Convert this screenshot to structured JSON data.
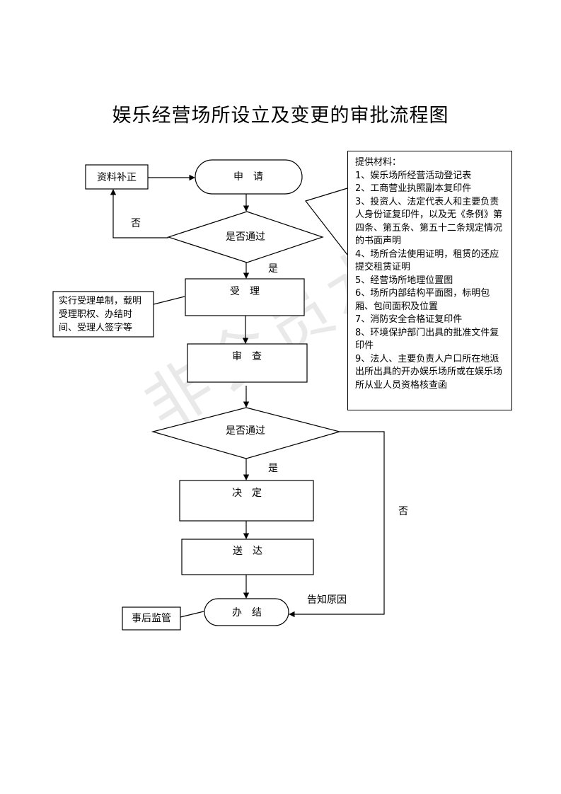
{
  "title": "娱乐经营场所设立及变更的审批流程图",
  "nodes": {
    "apply": "申　请",
    "decision1": "是否通过",
    "accept": "受　理",
    "review": "审　查",
    "decision2": "是否通过",
    "decide": "决　定",
    "deliver": "送　达",
    "complete": "办　结",
    "supplement": "资料补正",
    "post_supervision": "事后监管"
  },
  "edge_labels": {
    "no1": "否",
    "yes1": "是",
    "yes2": "是",
    "no2": "否",
    "notify_reason": "告知原因"
  },
  "accept_note": {
    "lines": [
      "实行受理单制，载明",
      "受理职权、办结时",
      "间、受理人签字等"
    ]
  },
  "materials": {
    "heading": "提供材料：",
    "items": [
      "1、娱乐场所经营活动登记表",
      "2、工商营业执照副本复印件",
      "3、投资人、法定代表人和主要负责人身份证复印件，以及无《条例》第四条、第五条、第五十二条规定情况的书面声明",
      "4、场所合法使用证明，租赁的还应提交租赁证明",
      "5、经营场所地理位置图",
      "6、场所内部结构平面图，标明包厢、包间面积及位置",
      "7、消防安全合格证复印件",
      "8、环境保护部门出具的批准文件复印件",
      "9、法人、主要负责人户口所在地派出所出具的开办娱乐场所或在娱乐场所从业人员资格核查函"
    ]
  },
  "watermark": "非会员水印",
  "colors": {
    "line": "#000000",
    "watermark": "#d8d8d8"
  }
}
